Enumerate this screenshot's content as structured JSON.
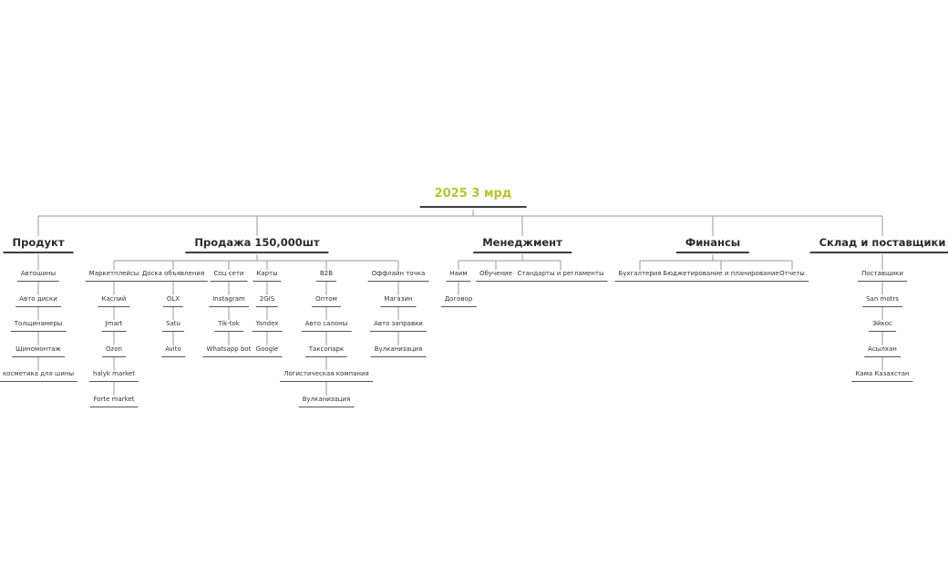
{
  "root": {
    "label": "2025  3 мрд",
    "color": "#b9c42c"
  },
  "branches": [
    {
      "label": "Продукт",
      "children": [
        {
          "label": "Автошины",
          "children": [
            {
              "label": "Авто диски",
              "children": [
                {
                  "label": "Толщинамеры",
                  "children": [
                    {
                      "label": "Шиномонтаж",
                      "children": [
                        {
                          "label": "косметика для шины"
                        }
                      ]
                    }
                  ]
                }
              ]
            }
          ]
        }
      ]
    },
    {
      "label": "Продажа 150,000шт",
      "children": [
        {
          "label": "Маркетплейсы",
          "children": [
            {
              "label": "Каспий",
              "children": [
                {
                  "label": "Jmart",
                  "children": [
                    {
                      "label": "Ozon",
                      "children": [
                        {
                          "label": "halyk market",
                          "children": [
                            {
                              "label": "Forte market"
                            }
                          ]
                        }
                      ]
                    }
                  ]
                }
              ]
            }
          ]
        },
        {
          "label": "Доска объявления",
          "children": [
            {
              "label": "OLX",
              "children": [
                {
                  "label": "Satu",
                  "children": [
                    {
                      "label": "Avito"
                    }
                  ]
                }
              ]
            }
          ]
        },
        {
          "label": "Соц сети",
          "children": [
            {
              "label": "Instagram",
              "children": [
                {
                  "label": "Tik-tok",
                  "children": [
                    {
                      "label": "Whatsapp bot"
                    }
                  ]
                }
              ]
            }
          ]
        },
        {
          "label": "Карты",
          "children": [
            {
              "label": "2GIS",
              "children": [
                {
                  "label": "Yandex",
                  "children": [
                    {
                      "label": "Google"
                    }
                  ]
                }
              ]
            }
          ]
        },
        {
          "label": "B2B",
          "children": [
            {
              "label": "Оптом",
              "children": [
                {
                  "label": "Авто салоны",
                  "children": [
                    {
                      "label": "Таксопарк",
                      "children": [
                        {
                          "label": "Логистическая  компания",
                          "children": [
                            {
                              "label": "Вулканизация"
                            }
                          ]
                        }
                      ]
                    }
                  ]
                }
              ]
            }
          ]
        },
        {
          "label": "Оффлайн точка",
          "children": [
            {
              "label": "Магазин",
              "children": [
                {
                  "label": "Авто заправки",
                  "children": [
                    {
                      "label": "Вулканизация"
                    }
                  ]
                }
              ]
            }
          ]
        }
      ]
    },
    {
      "label": "Менеджмент",
      "children": [
        {
          "label": "Наим",
          "children": [
            {
              "label": "Договор"
            }
          ]
        },
        {
          "label": "Обучение"
        },
        {
          "label": "Стандарты и регламенты"
        }
      ]
    },
    {
      "label": "Финансы",
      "children": [
        {
          "label": "Бухгалтерия"
        },
        {
          "label": "Бюджетирование и планирование"
        },
        {
          "label": "Отчеты"
        }
      ]
    },
    {
      "label": "Склад и поставщики",
      "children": [
        {
          "label": "Поставщики",
          "children": [
            {
              "label": "San motrs",
              "children": [
                {
                  "label": "Эйкос",
                  "children": [
                    {
                      "label": "Асылхан",
                      "children": [
                        {
                          "label": "Кама Казахстан"
                        }
                      ]
                    }
                  ]
                }
              ]
            }
          ]
        }
      ]
    }
  ]
}
